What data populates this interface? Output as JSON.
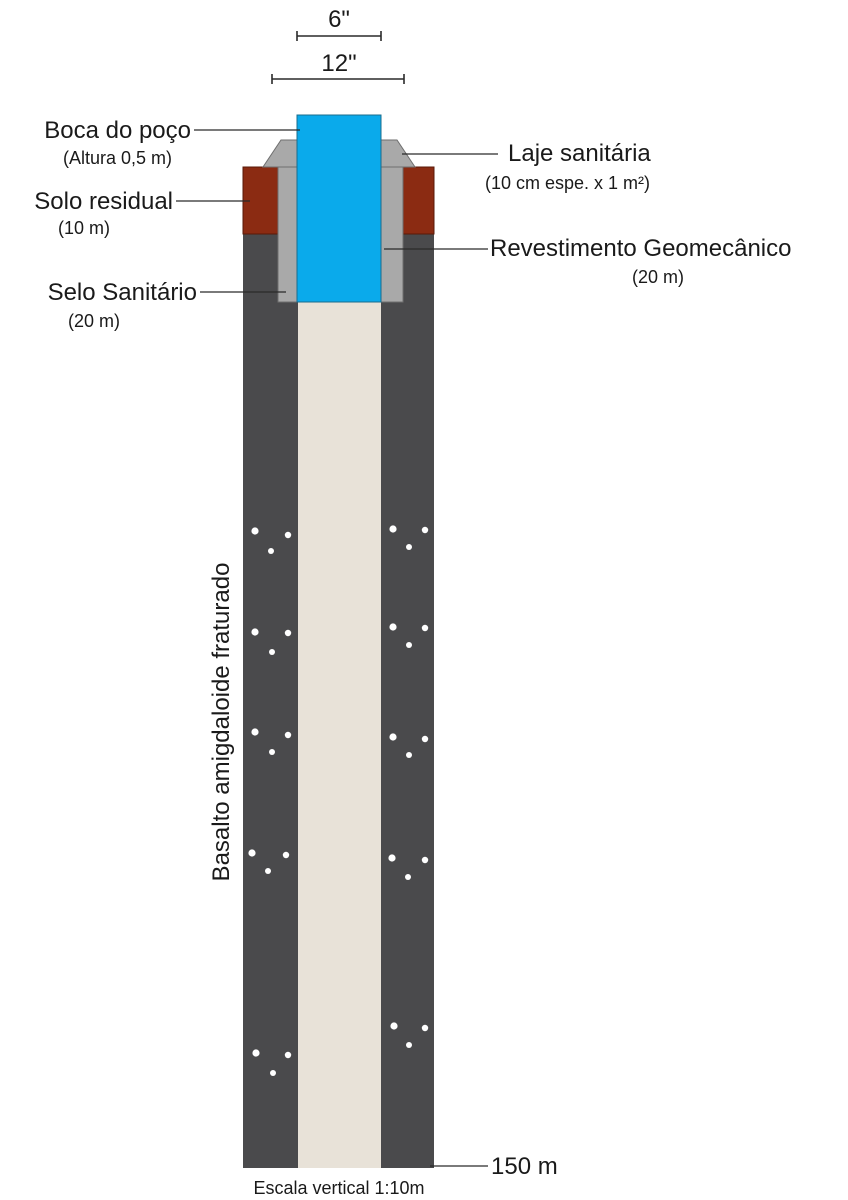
{
  "dimensions": {
    "inner_diameter": "6\"",
    "outer_diameter": "12\""
  },
  "labels": {
    "boca_title": "Boca do poço",
    "boca_sub": "(Altura 0,5 m)",
    "laje_title": "Laje sanitária",
    "laje_sub": "(10 cm espe. x 1 m²)",
    "solo_title": "Solo residual",
    "solo_sub": "(10 m)",
    "revest_title": "Revestimento Geomecânico",
    "revest_sub": "(20 m)",
    "selo_title": "Selo Sanitário",
    "selo_sub": "(20 m)",
    "rock": "Basalto amigdaloide fraturado",
    "depth": "150 m",
    "scale": "Escala vertical 1:10m"
  },
  "colors": {
    "rock": "#4a4a4c",
    "soil": "#8b2b12",
    "seal": "#a9a9a9",
    "casing": "#0aaaeb",
    "borehole": "#e8e2d8",
    "vesicle": "#ffffff"
  }
}
